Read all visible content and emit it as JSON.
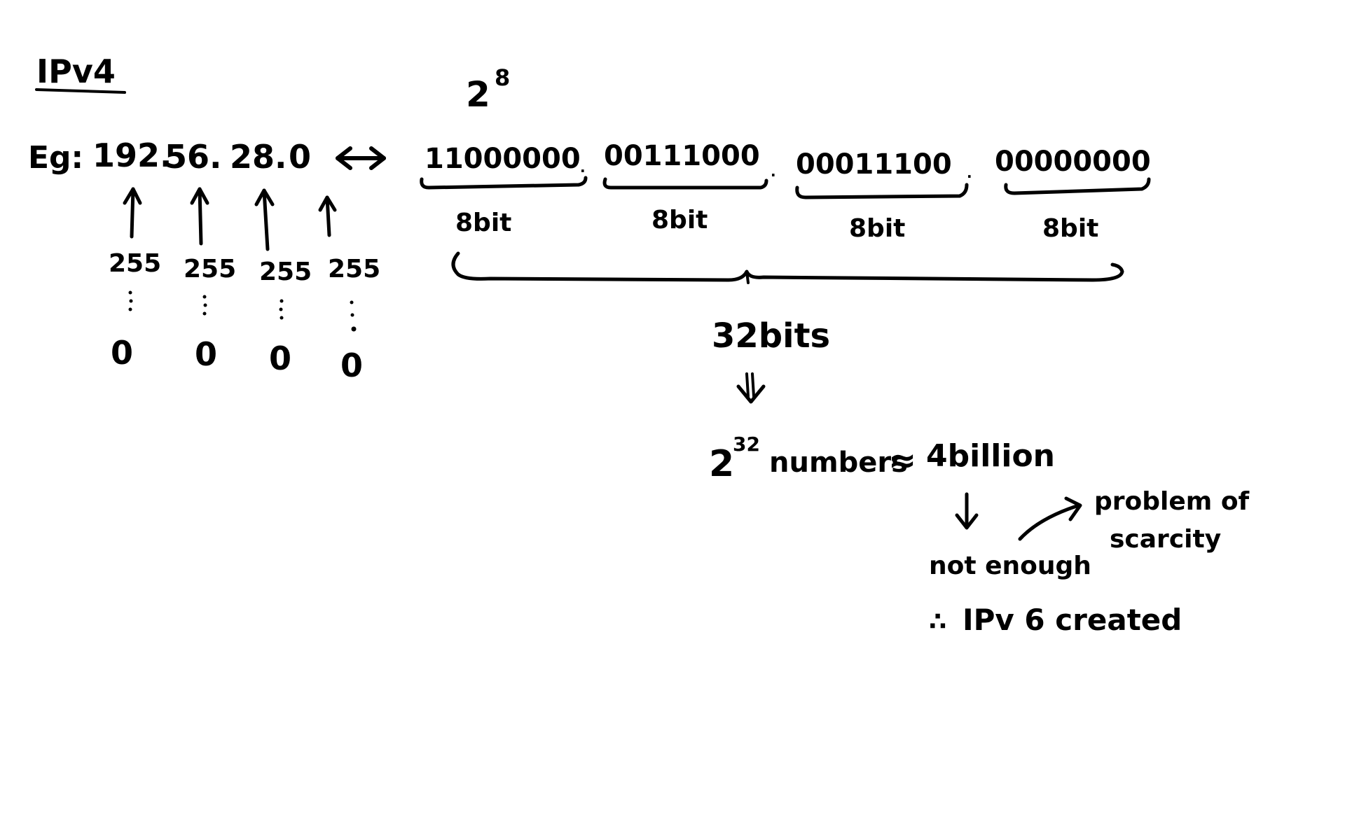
{
  "title": "IPv4",
  "example": {
    "prefix": "Eg:",
    "octets": [
      "192.",
      "56.",
      "28.",
      "0"
    ],
    "max_values": [
      "255",
      "255",
      "255",
      "255"
    ],
    "min_values": [
      "0",
      "0",
      "0",
      "0"
    ]
  },
  "binary": {
    "octets": [
      "11000000",
      "00111000",
      "00011100",
      "00000000"
    ],
    "separator": ".",
    "bit_labels": [
      "8bit",
      "8bit",
      "8bit",
      "8bit"
    ],
    "power_base": "2",
    "power_exp": "8"
  },
  "total": {
    "bits_label": "32bits",
    "numbers_base": "2",
    "numbers_exp": "32",
    "numbers_text": "numbers",
    "approx_symbol": "≈",
    "approx_value": "4billion"
  },
  "consequence": {
    "not_enough": "not enough",
    "problem": "problem of",
    "scarcity": "scarcity",
    "therefore": "∴",
    "created": "IPv 6 created"
  }
}
